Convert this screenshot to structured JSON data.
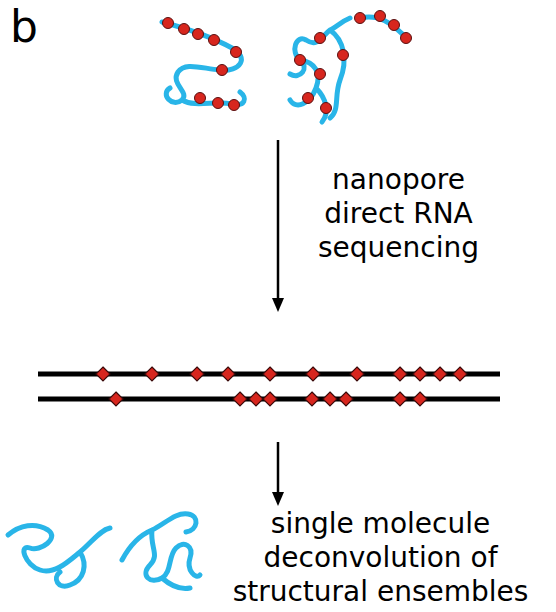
{
  "diagram": {
    "labels": [
      "b",
      "nanopore direct RNA sequencing",
      "single molecule deconvolution of structural ensembles"
    ]
  }
}
